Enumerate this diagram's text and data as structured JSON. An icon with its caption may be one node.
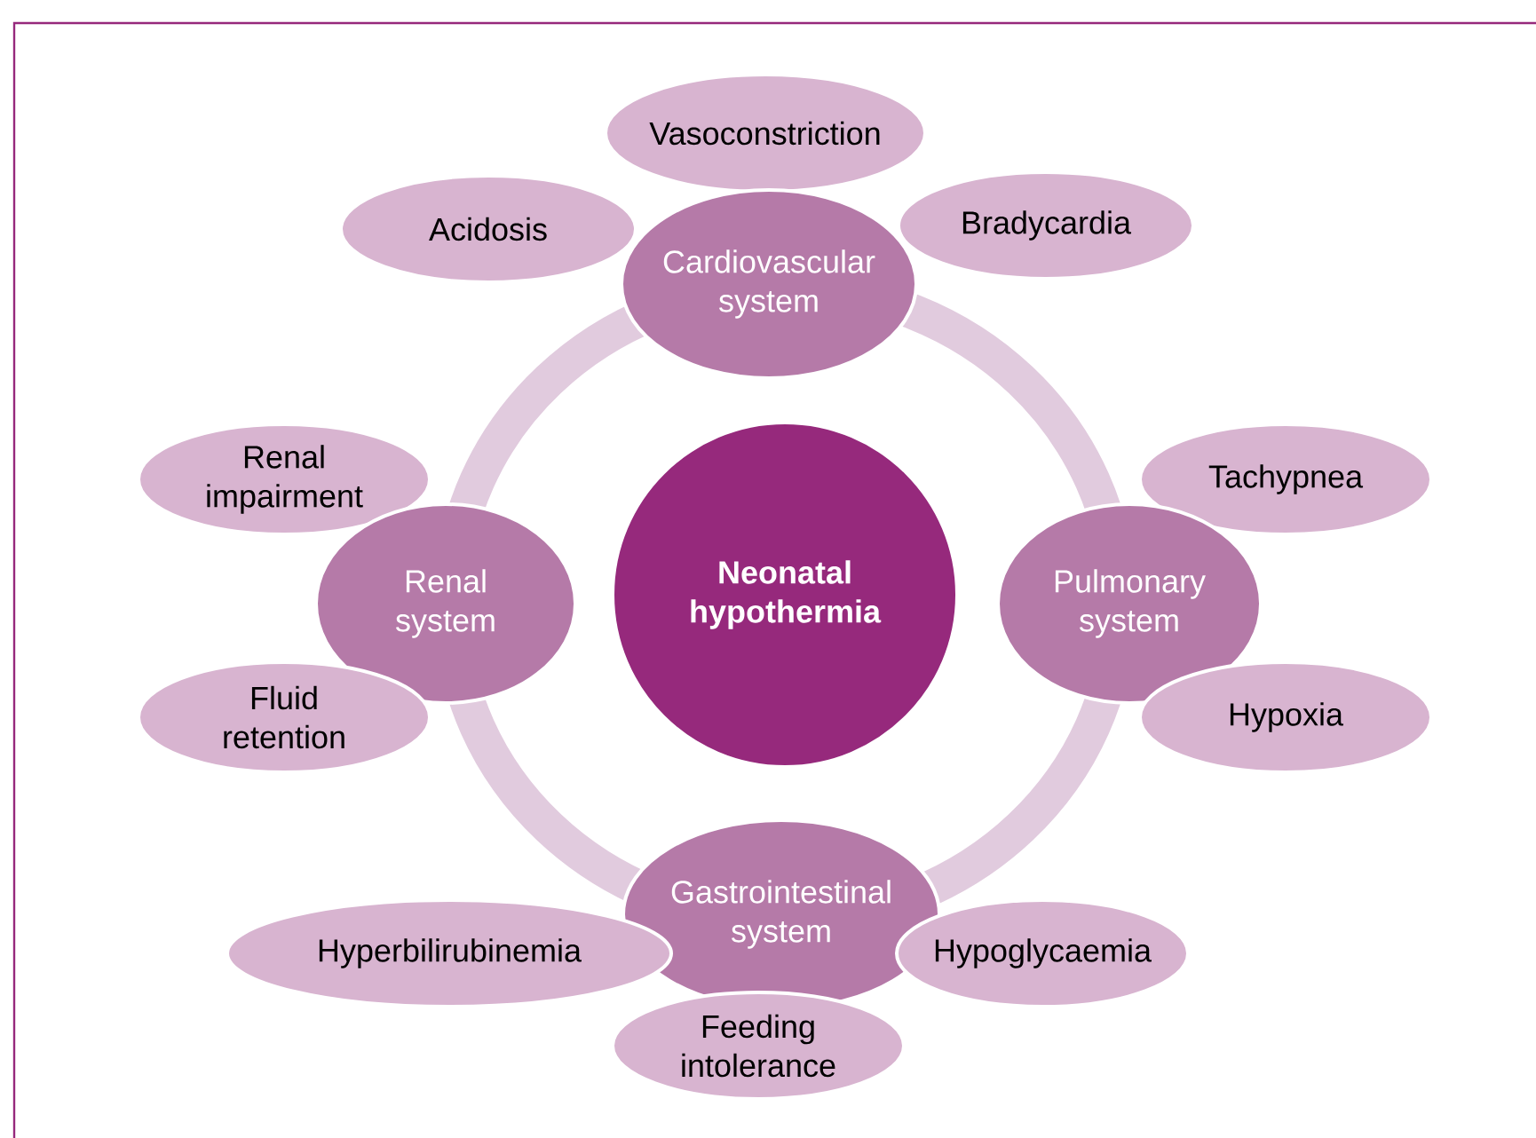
{
  "diagram": {
    "nodes": [
      {
        "text": [
          "Vasoconstriction"
        ]
      },
      {
        "text": [
          "Acidosis"
        ]
      },
      {
        "text": [
          "Cardiovascular system"
        ]
      },
      {
        "text": [
          "Bradycardia"
        ]
      },
      {
        "text": [
          "Renal impairment"
        ]
      },
      {
        "text": [
          "Tachypnea"
        ]
      },
      {
        "text": [
          "Renal system"
        ]
      },
      {
        "text": [
          "Neonatal hypothermia"
        ]
      },
      {
        "text": [
          "Pulmonary system"
        ]
      },
      {
        "text": [
          "Fluid retention"
        ]
      },
      {
        "text": [
          "Hypoxia"
        ]
      },
      {
        "text": [
          "Gastrointestinal system"
        ]
      },
      {
        "text": [
          "Hyperbilirubinemia"
        ]
      },
      {
        "text": [
          "Hypoglycaemia"
        ]
      },
      {
        "text": [
          "Feeding intolerance"
        ]
      }
    ]
  }
}
